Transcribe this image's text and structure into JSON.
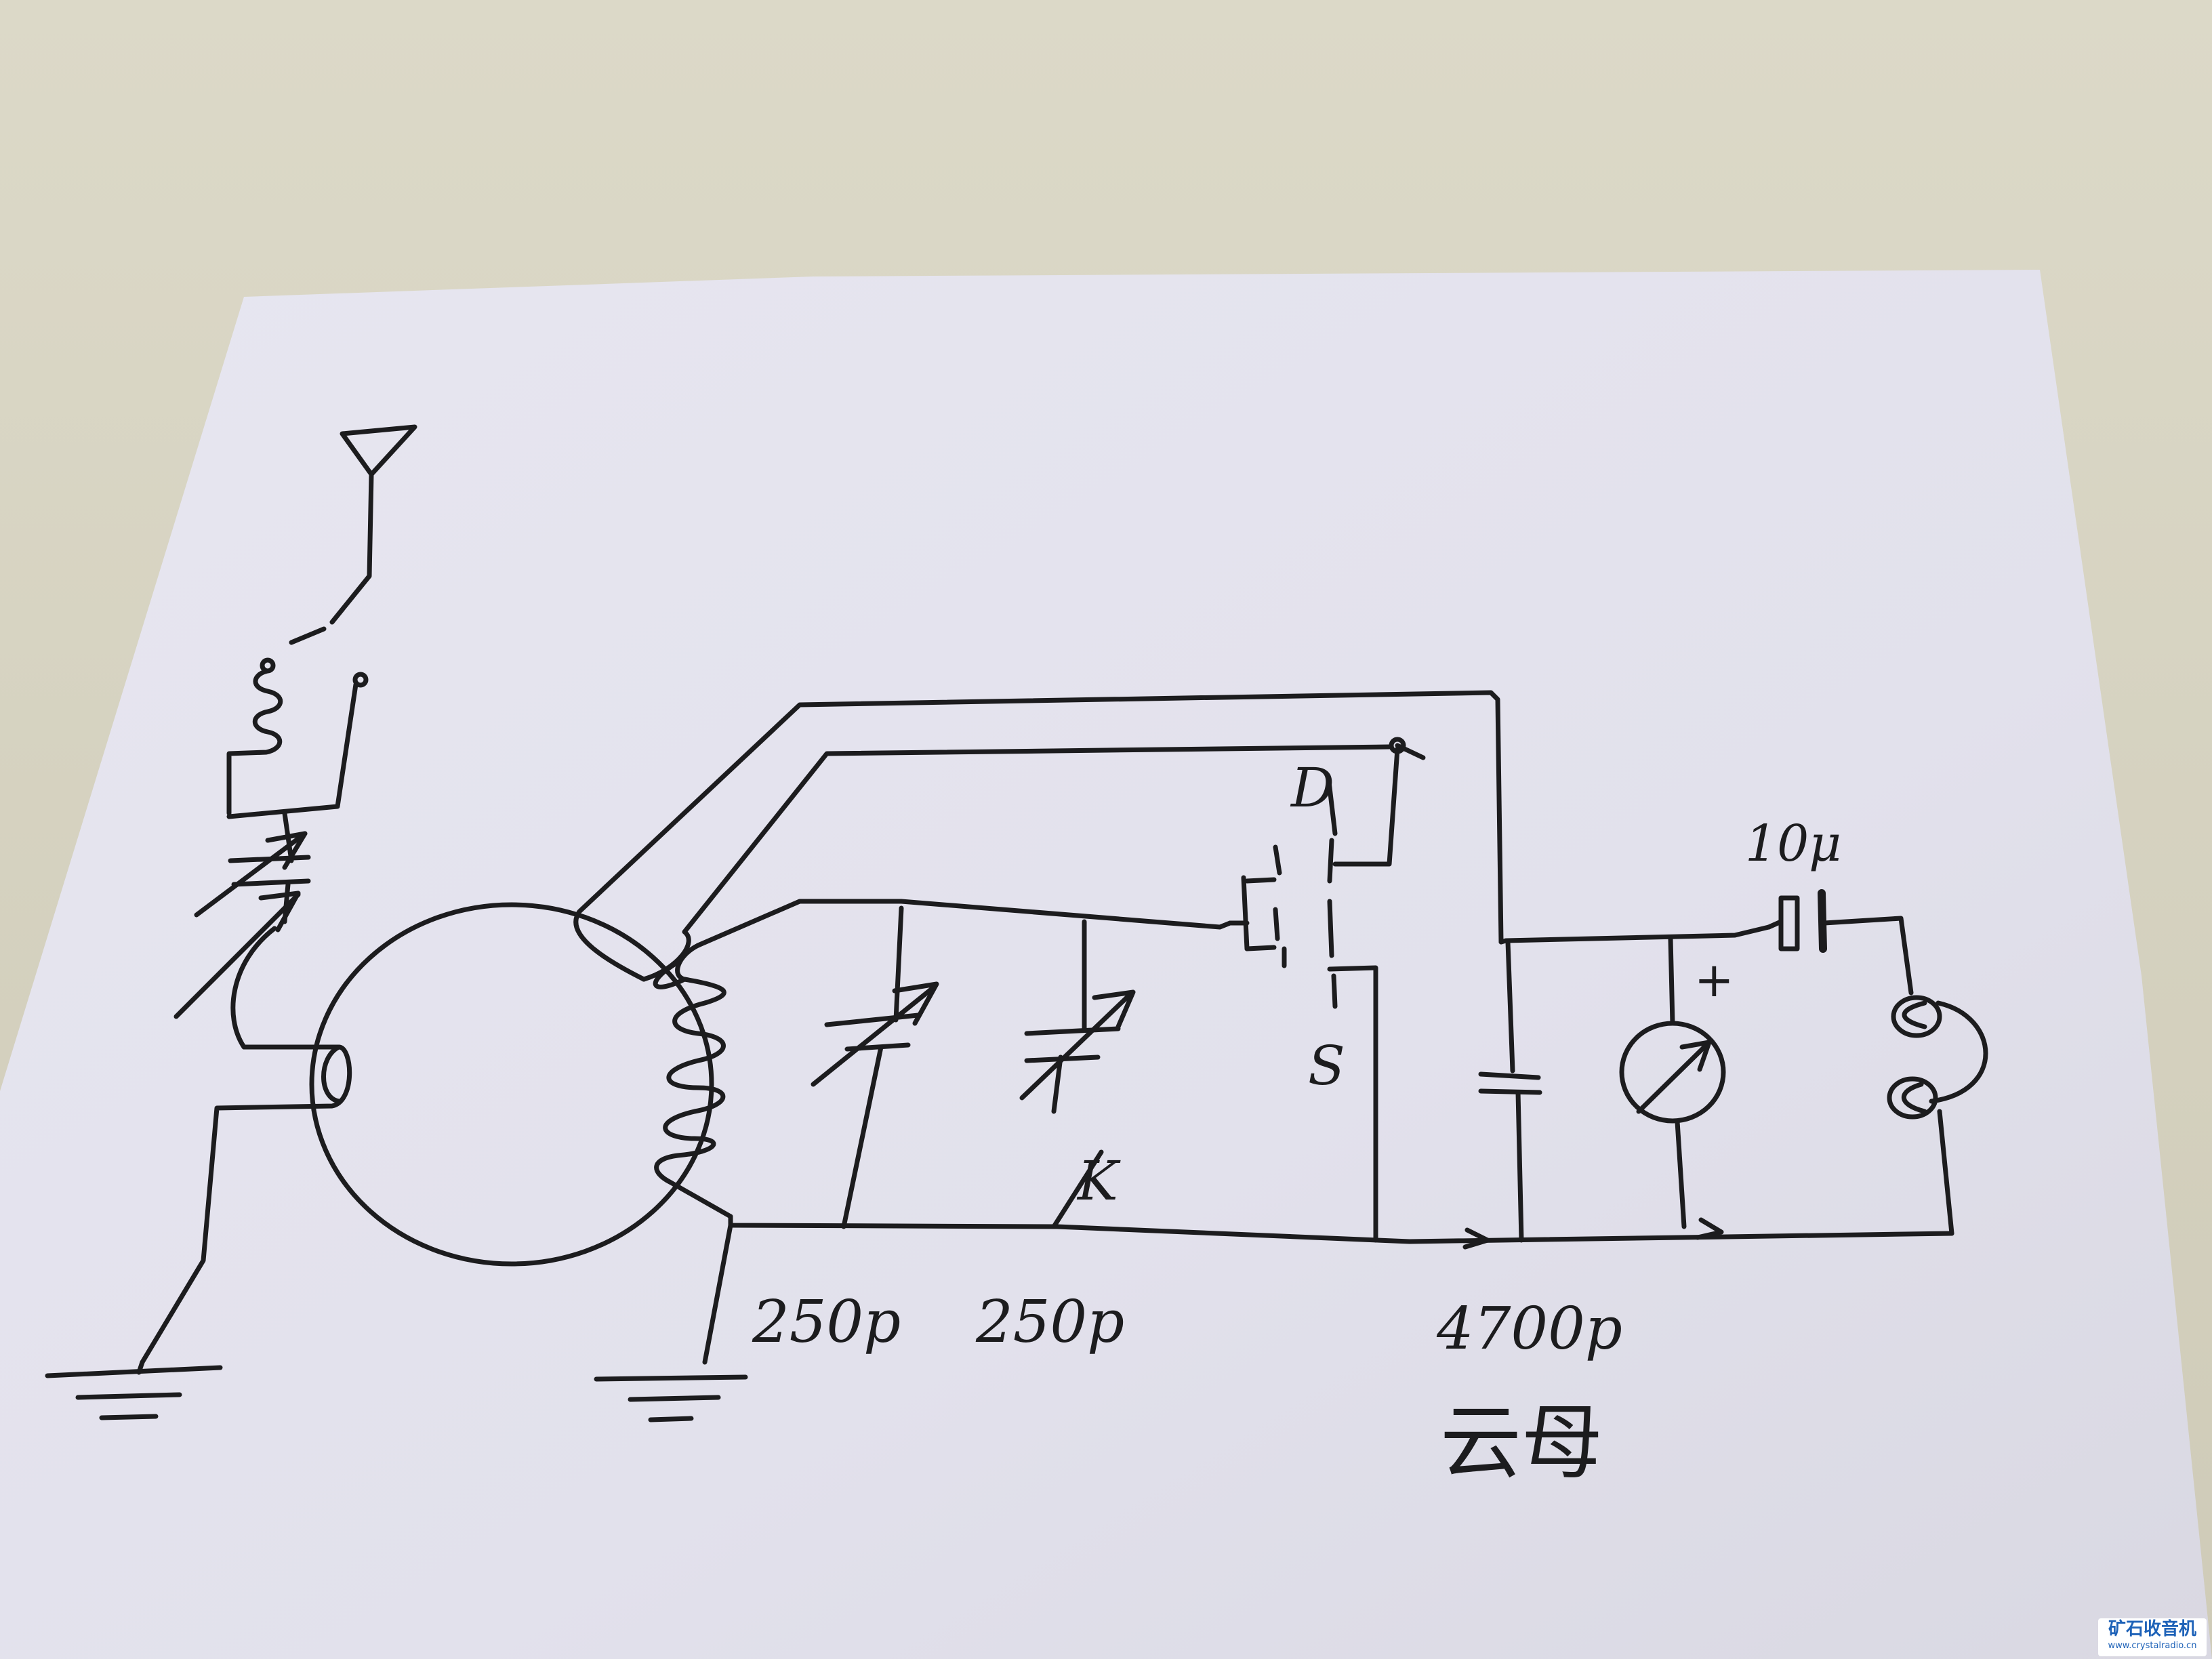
{
  "image_kind": "hand-drawn crystal radio schematic on paper",
  "labels": {
    "capacitor_1": "250p",
    "capacitor_2": "250p",
    "capacitor_3": "4700p",
    "capacitor_3_note": "云母",
    "coupling_capacitor": "10μ",
    "transistor_drain": "D",
    "transistor_source": "S",
    "switch": "K",
    "meter_polarity": "+"
  },
  "watermark": {
    "title": "矿石收音机",
    "url": "www.crystalradio.cn"
  },
  "colors": {
    "background": "#d7d4c2",
    "paper": "#e4e3ee",
    "ink": "#1c1c1e",
    "watermark_text": "#1e62b8"
  }
}
